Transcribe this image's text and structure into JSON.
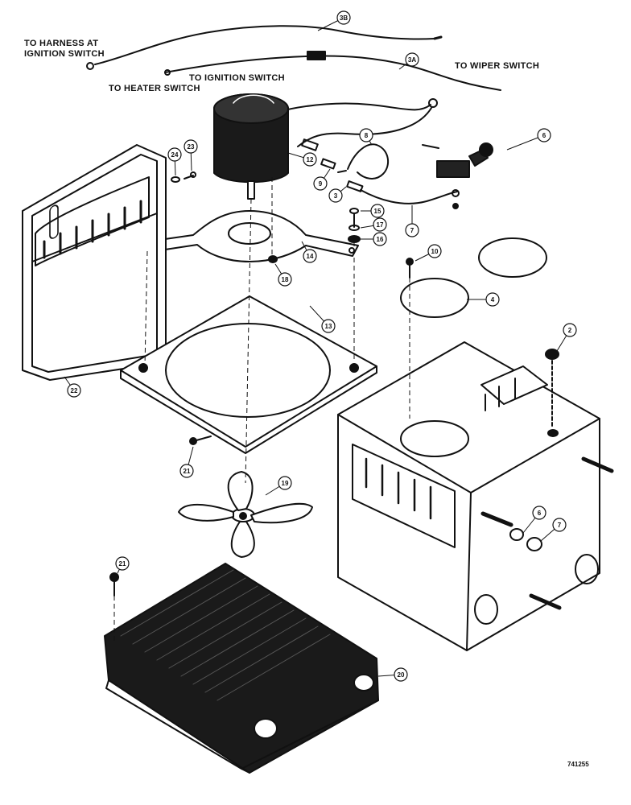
{
  "labels": {
    "harness_line1": "TO HARNESS AT",
    "harness_line2": "IGNITION SWITCH",
    "heater_switch": "TO HEATER SWITCH",
    "ignition_switch": "TO IGNITION SWITCH",
    "wiper_switch": "TO WIPER SWITCH"
  },
  "callouts": [
    "3B",
    "3A",
    "6",
    "8",
    "12",
    "9",
    "3",
    "7",
    "24",
    "23",
    "15",
    "17",
    "16",
    "14",
    "18",
    "10",
    "4",
    "13",
    "2",
    "22",
    "21",
    "19",
    "6",
    "7",
    "21",
    "20"
  ],
  "figure_number": "741255"
}
